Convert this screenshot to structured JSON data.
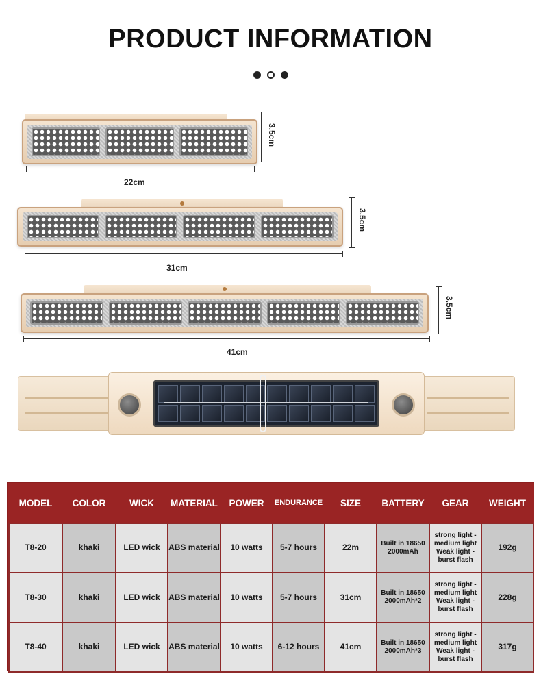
{
  "title": "PRODUCT INFORMATION",
  "lamps": [
    {
      "width_label": "22cm",
      "height_label": "3.5cm",
      "modules": 3
    },
    {
      "width_label": "31cm",
      "height_label": "3.5cm",
      "modules": 4
    },
    {
      "width_label": "41cm",
      "height_label": "3.5cm",
      "modules": 5
    }
  ],
  "table": {
    "headers": [
      "MODEL",
      "COLOR",
      "WICK",
      "MATERIAL",
      "POWER",
      "ENDURANCE",
      "SIZE",
      "BATTERY",
      "GEAR",
      "WEIGHT"
    ],
    "rows": [
      [
        "T8-20",
        "khaki",
        "LED wick",
        "ABS material",
        "10 watts",
        "5-7 hours",
        "22m",
        "Built in 18650 2000mAh",
        "strong light - medium light Weak light - burst flash",
        "192g"
      ],
      [
        "T8-30",
        "khaki",
        "LED wick",
        "ABS material",
        "10 watts",
        "5-7 hours",
        "31cm",
        "Built in 18650 2000mAh*2",
        "strong light - medium light Weak light - burst flash",
        "228g"
      ],
      [
        "T8-40",
        "khaki",
        "LED wick",
        "ABS material",
        "10 watts",
        "6-12 hours",
        "41cm",
        "Built in 18650 2000mAh*3",
        "strong light - medium light Weak light - burst flash",
        "317g"
      ]
    ]
  }
}
